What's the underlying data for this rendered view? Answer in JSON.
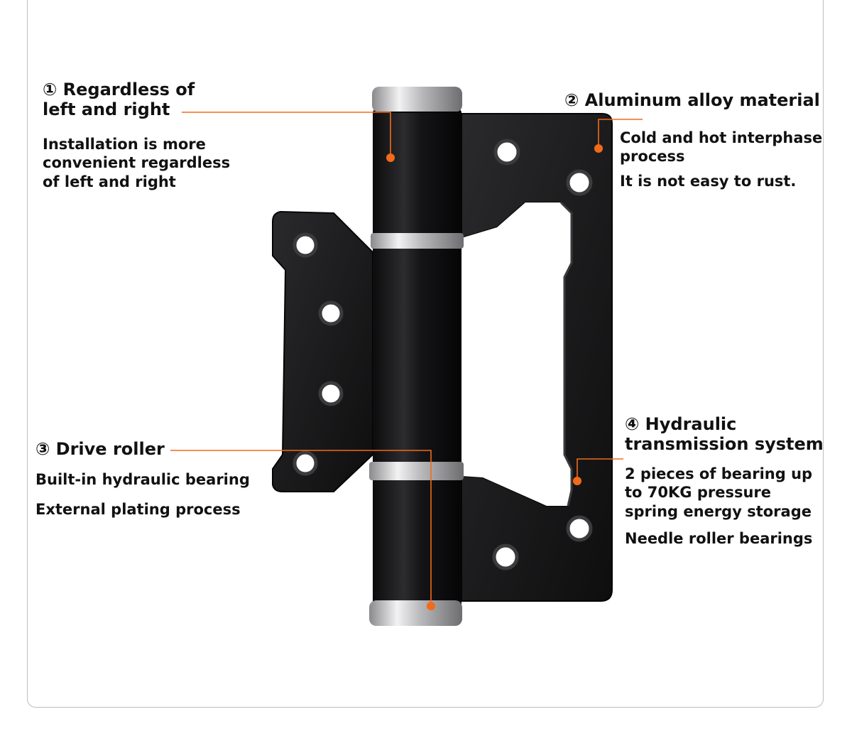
{
  "callouts": {
    "c1": {
      "title_line1": "① Regardless of",
      "title_line2": "left and right",
      "body_line1": "Installation is more",
      "body_line2": "convenient regardless",
      "body_line3": "of left and right"
    },
    "c2": {
      "title": "② Aluminum alloy material",
      "body_line1": "Cold and hot interphase",
      "body_line2": "process",
      "body_line3": "It is not easy to rust."
    },
    "c3": {
      "title": "③ Drive roller",
      "body_line1": "Built-in hydraulic bearing",
      "body_line2": "External plating process"
    },
    "c4": {
      "title_line1": "④ Hydraulic",
      "title_line2": "transmission system",
      "body_line1": "2 pieces of bearing up",
      "body_line2": "to 70KG pressure",
      "body_line3": "spring energy storage",
      "body_line4": "Needle roller bearings"
    }
  },
  "colors": {
    "accent": "#f26a1b",
    "hinge": "#1b1b1d",
    "chrome": "#c9c9cc",
    "frame": "#bdbdbd"
  }
}
